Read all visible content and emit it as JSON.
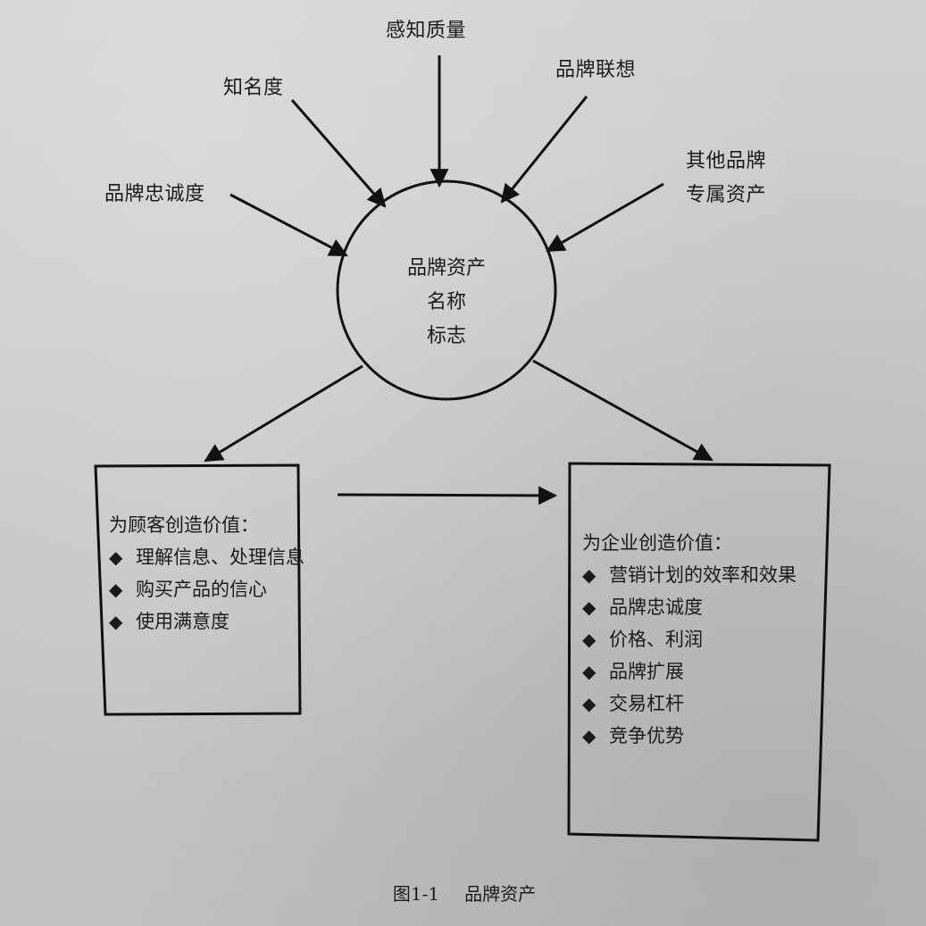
{
  "diagram": {
    "center": {
      "lines": [
        "品牌资产",
        "名称",
        "标志"
      ]
    },
    "inputs": [
      {
        "id": "loyalty",
        "label": "品牌忠诚度"
      },
      {
        "id": "awareness",
        "label": "知名度"
      },
      {
        "id": "quality",
        "label": "感知质量"
      },
      {
        "id": "association",
        "label": "品牌联想"
      },
      {
        "id": "other",
        "label_lines": [
          "其他品牌",
          "专属资产"
        ]
      }
    ],
    "customer_box": {
      "title": "为顾客创造价值：",
      "items": [
        "理解信息、处理信息",
        "购买产品的信心",
        "使用满意度"
      ]
    },
    "company_box": {
      "title": "为企业创造价值：",
      "items": [
        "营销计划的效率和效果",
        "品牌忠诚度",
        "价格、利润",
        "品牌扩展",
        "交易杠杆",
        "竞争优势"
      ]
    },
    "bullet_glyph": "◆",
    "caption": {
      "number": "图1-1",
      "title": "品牌资产"
    },
    "colors": {
      "paper": "#c9cbcb",
      "ink": "#1a1a1a"
    }
  }
}
